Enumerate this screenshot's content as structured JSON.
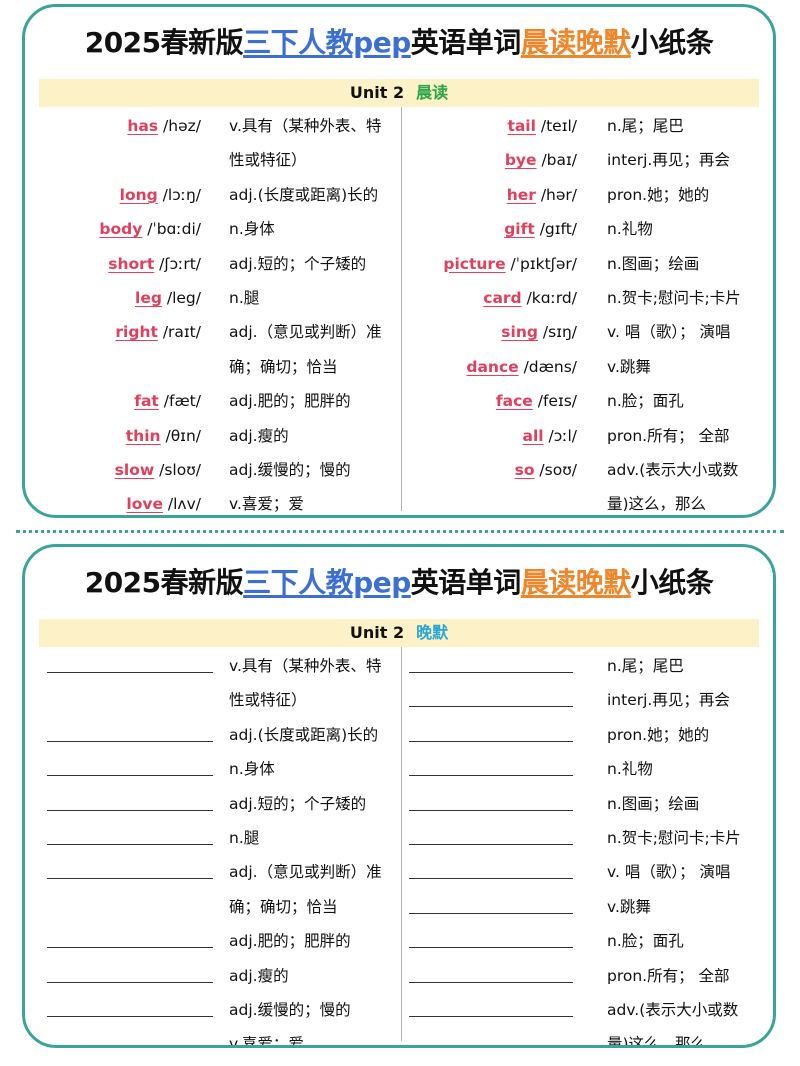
{
  "title": {
    "prefix": "2025春新版",
    "blue": "三下人教pep",
    "mid": "英语单词",
    "orange": "晨读晚默",
    "suffix": "小纸条"
  },
  "unit": "Unit 2",
  "morning": "晨读",
  "evening": "晚默",
  "left": [
    {
      "word": "has",
      "ipa": "/həz/",
      "lines": [
        "v.具有（某种外表、特",
        "性或特征）"
      ]
    },
    {
      "word": "long",
      "ipa": "/lɔːŋ/",
      "lines": [
        "adj.(长度或距离)长的"
      ]
    },
    {
      "word": "body",
      "ipa": "/ˈbɑːdi/",
      "lines": [
        "n.身体"
      ]
    },
    {
      "word": "short",
      "ipa": "/ʃɔːrt/",
      "lines": [
        "adj.短的；个子矮的"
      ]
    },
    {
      "word": "leg",
      "ipa": "/leg/",
      "lines": [
        "n.腿"
      ]
    },
    {
      "word": "right",
      "ipa": "/raɪt/",
      "lines": [
        "adj.（意见或判断）准",
        "确；确切；恰当"
      ]
    },
    {
      "word": "fat",
      "ipa": "/fæt/",
      "lines": [
        "adj.肥的；肥胖的"
      ]
    },
    {
      "word": "thin",
      "ipa": "/θɪn/",
      "lines": [
        "adj.瘦的"
      ]
    },
    {
      "word": "slow",
      "ipa": "/sloʊ/",
      "lines": [
        "adj.缓慢的；慢的"
      ]
    },
    {
      "word": "love",
      "ipa": "/lʌv/",
      "lines": [
        "v.喜爱；爱"
      ]
    }
  ],
  "right": [
    {
      "word": "tail",
      "ipa": "/teɪl/",
      "lines": [
        "n.尾；尾巴"
      ]
    },
    {
      "word": "bye",
      "ipa": "/baɪ/",
      "lines": [
        "interj.再见；再会"
      ]
    },
    {
      "word": "her",
      "ipa": "/hər/",
      "lines": [
        "pron.她；她的"
      ]
    },
    {
      "word": "gift",
      "ipa": "/gɪft/",
      "lines": [
        "n.礼物"
      ]
    },
    {
      "word": "picture",
      "ipa": "/ˈpɪktʃər/",
      "lines": [
        "n.图画；绘画"
      ]
    },
    {
      "word": "card",
      "ipa": "/kɑːrd/",
      "lines": [
        "n.贺卡;慰问卡;卡片"
      ]
    },
    {
      "word": "sing",
      "ipa": "/sɪŋ/",
      "lines": [
        "v. 唱（歌）； 演唱"
      ]
    },
    {
      "word": "dance",
      "ipa": "/dæns/",
      "lines": [
        "v.跳舞"
      ]
    },
    {
      "word": "face",
      "ipa": "/feɪs/",
      "lines": [
        "n.脸；面孔"
      ]
    },
    {
      "word": "all",
      "ipa": "/ɔːl/",
      "lines": [
        "pron.所有； 全部"
      ]
    },
    {
      "word": "so",
      "ipa": "/soʊ/",
      "lines": [
        "adv.(表示大小或数",
        "量)这么，那么"
      ]
    }
  ]
}
